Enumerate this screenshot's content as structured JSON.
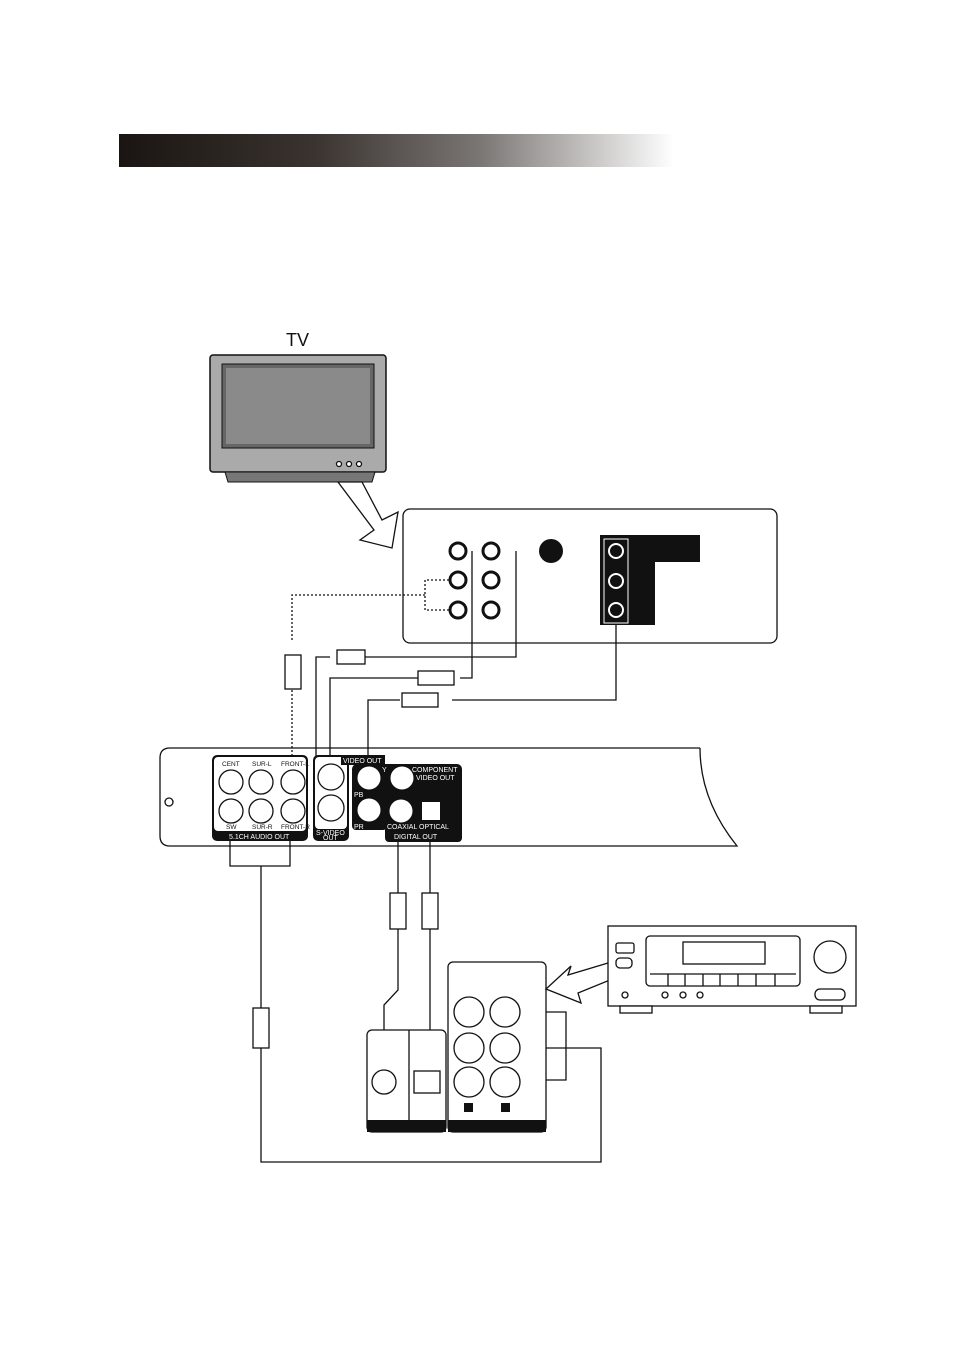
{
  "tv_label": "TV",
  "audio_panel": {
    "jacks": [
      "CENT",
      "SW",
      "SUR-L",
      "SUR-R",
      "FRONT-L",
      "FRONT-R"
    ],
    "title": "5.1CH AUDIO OUT"
  },
  "video_panel": {
    "video_out": "VIDEO OUT",
    "svideo_out_line1": "S-VIDEO",
    "svideo_out_line2": "OUT",
    "y": "Y",
    "pb": "PB",
    "pr": "PR",
    "component_line1": "COMPONENT",
    "component_line2": "VIDEO OUT"
  },
  "digital_panel": {
    "coaxial": "COAXIAL",
    "optical": "OPTICAL",
    "title": "DIGITAL OUT"
  }
}
